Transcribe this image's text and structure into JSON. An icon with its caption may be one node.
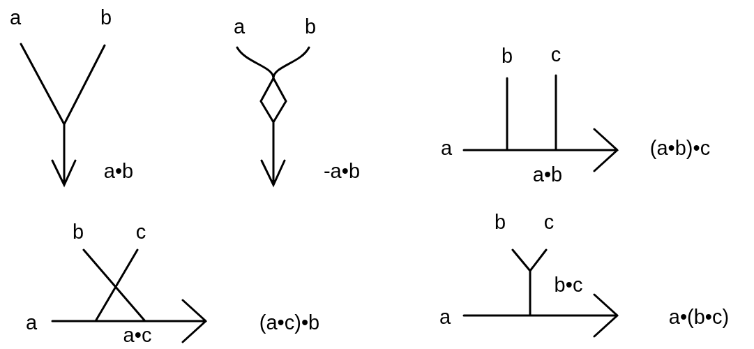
{
  "diagram": {
    "labels": [
      "a",
      "b",
      "a",
      "b",
      "b",
      "c",
      "a",
      "(a•b)•c",
      "a•b",
      "-a•b",
      "a•b",
      "b",
      "c",
      "b",
      "c",
      "b•c",
      "a",
      "(a•c)•b",
      "a",
      "a•(b•c)",
      "a•c"
    ]
  }
}
